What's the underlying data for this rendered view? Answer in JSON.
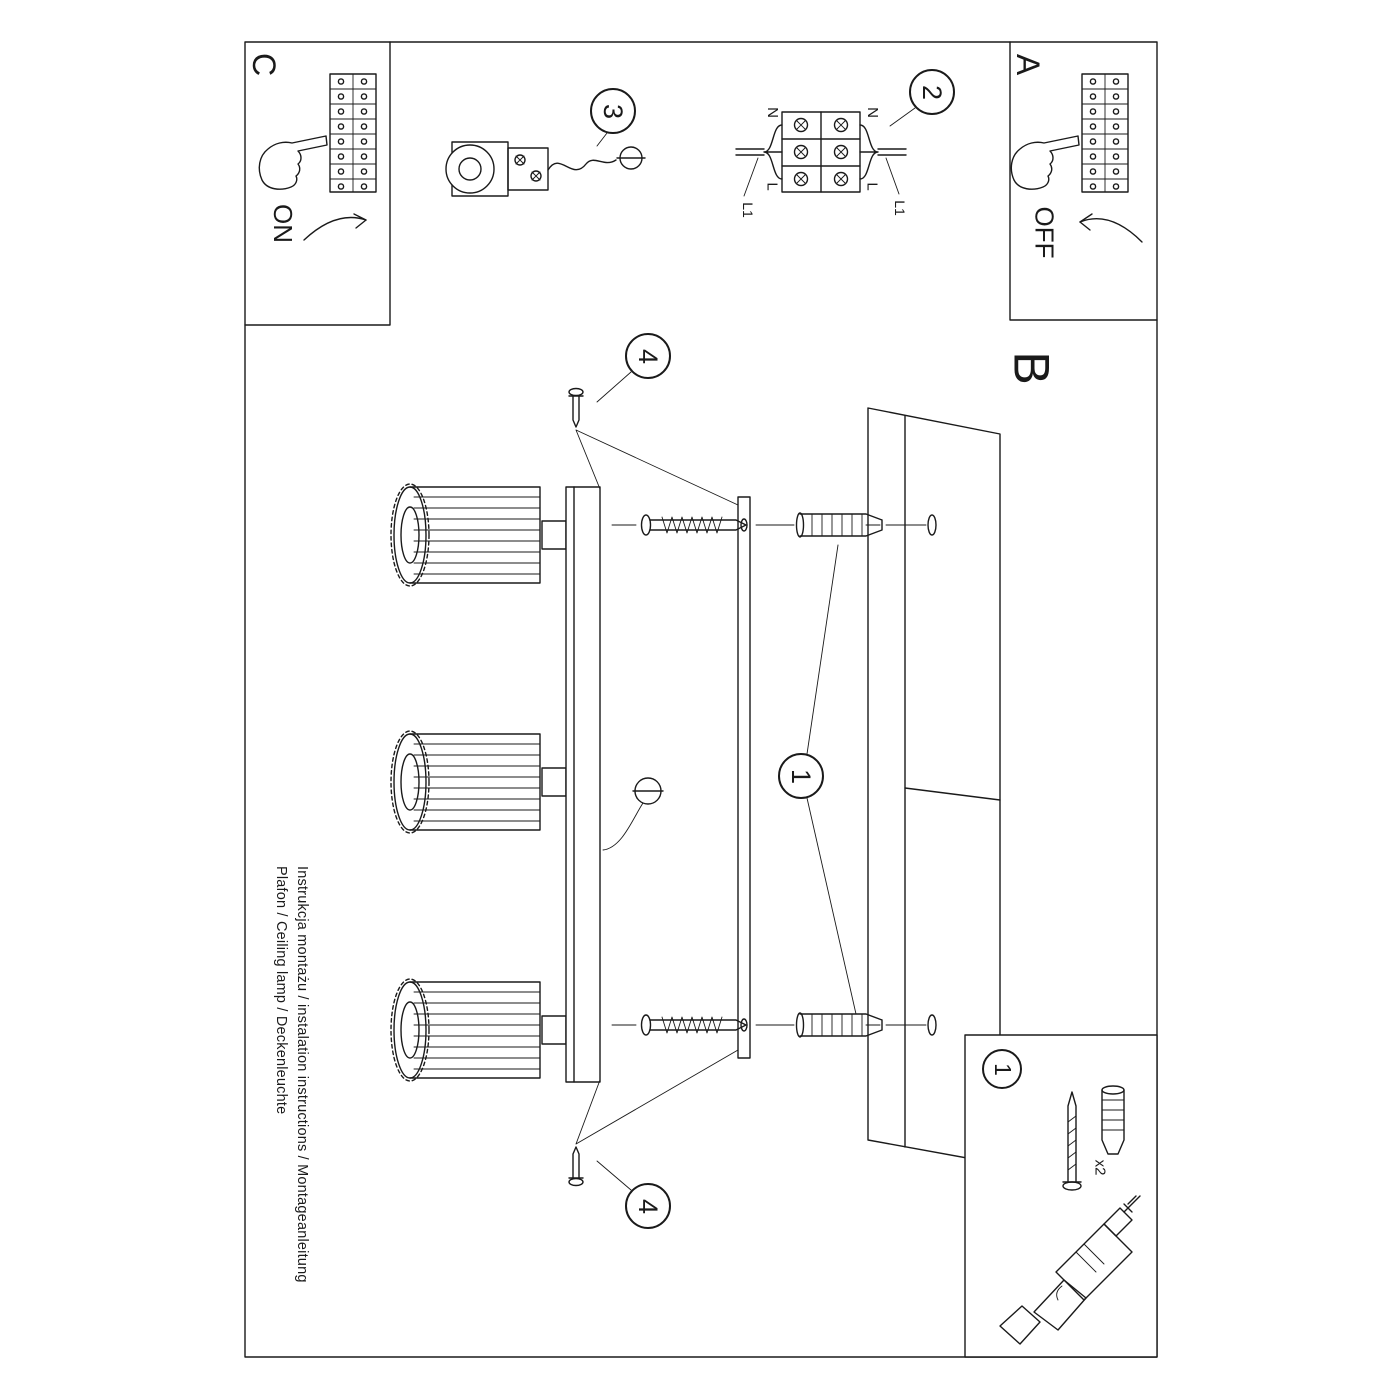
{
  "document": {
    "title_line_1": "Instrukcja montażu / instalation instructions / Montageanleitung",
    "title_line_2": "Plafon / Ceiling lamp / Deckenleuchte"
  },
  "panels": {
    "power_off": {
      "step_label": "A",
      "switch_state": "OFF"
    },
    "mounting": {
      "step_label": "B"
    },
    "power_on": {
      "step_label": "C",
      "switch_state": "ON"
    }
  },
  "callouts": {
    "step_1": "1",
    "step_2": "2",
    "step_3": "3",
    "step_4": "4"
  },
  "wiring_diagram": {
    "left_labels": [
      "N",
      "L",
      "L1"
    ],
    "right_labels": [
      "N",
      "L",
      "L1"
    ]
  },
  "parts_box": {
    "step_label": "1",
    "quantity_label": "x2"
  },
  "colors": {
    "ink": "#1a1a1a",
    "paper": "#ffffff"
  }
}
